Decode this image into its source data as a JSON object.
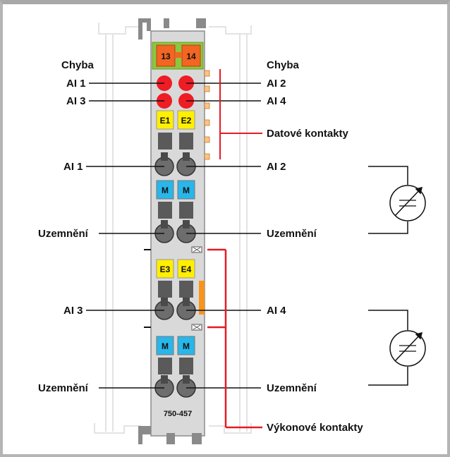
{
  "module": {
    "model": "750-457",
    "top_terminals": [
      "13",
      "14"
    ],
    "channel_tags": [
      "E1",
      "E2",
      "M",
      "M",
      "E3",
      "E4",
      "M",
      "M"
    ]
  },
  "labels_left": [
    "Chyba",
    "AI 1",
    "AI 3",
    "AI 1",
    "Uzemnění",
    "AI 3",
    "Uzemnění"
  ],
  "labels_right": [
    "Chyba",
    "AI 2",
    "AI 4",
    "Datové kontakty",
    "AI 2",
    "Uzemnění",
    "AI 4",
    "Uzemnění",
    "Výkonové kontakty"
  ],
  "colors": {
    "housing": "#d9d9d9",
    "led_red": "#ee1c24",
    "tag_yellow": "#ffef00",
    "tag_cyan": "#29b6e9",
    "terminal_orange": "#f26522",
    "terminal_green": "#8dc63f",
    "contact_orange": "#f7941d",
    "bus_line_red": "#e51b23",
    "wire": "#111111"
  },
  "icons": [
    "sensor-icon",
    "sensor-icon"
  ]
}
